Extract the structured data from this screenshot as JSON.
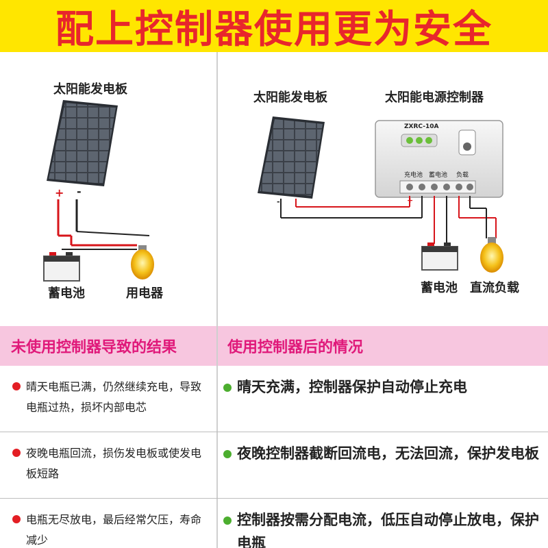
{
  "banner": {
    "title": "配上控制器使用更为安全"
  },
  "left_diagram": {
    "panel_label": "太阳能发电板",
    "battery_label": "蓄电池",
    "appliance_label": "用电器",
    "plus": "+",
    "minus": "-"
  },
  "right_diagram": {
    "panel_label": "太阳能发电板",
    "controller_label": "太阳能电源控制器",
    "controller_model": "ZXRC-10A",
    "terminal_labels": [
      "充电池",
      "蓄电池",
      "负载"
    ],
    "battery_label": "蓄电池",
    "load_label": "直流负载",
    "plus": "+",
    "minus": "-"
  },
  "comparison": {
    "left_header": "未使用控制器导致的结果",
    "right_header": "使用控制器后的情况",
    "rows": [
      {
        "left": "晴天电瓶已满，仍然继续充电，导致电瓶过热，损坏内部电芯",
        "right": "晴天充满，控制器保护自动停止充电"
      },
      {
        "left": "夜晚电瓶回流，损伤发电板或使发电板短路",
        "right": "夜晚控制器截断回流电，无法回流，保护发电板"
      },
      {
        "left": "电瓶无尽放电，最后经常欠压，寿命减少",
        "right": "控制器按需分配电流，低压自动停止放电，保护电瓶"
      }
    ]
  },
  "colors": {
    "banner_bg": "#ffe600",
    "banner_text": "#e8262c",
    "header_bg": "#f7c6df",
    "header_text": "#e0197a",
    "bad_dot": "#e31e24",
    "good_dot": "#4cae2f"
  }
}
